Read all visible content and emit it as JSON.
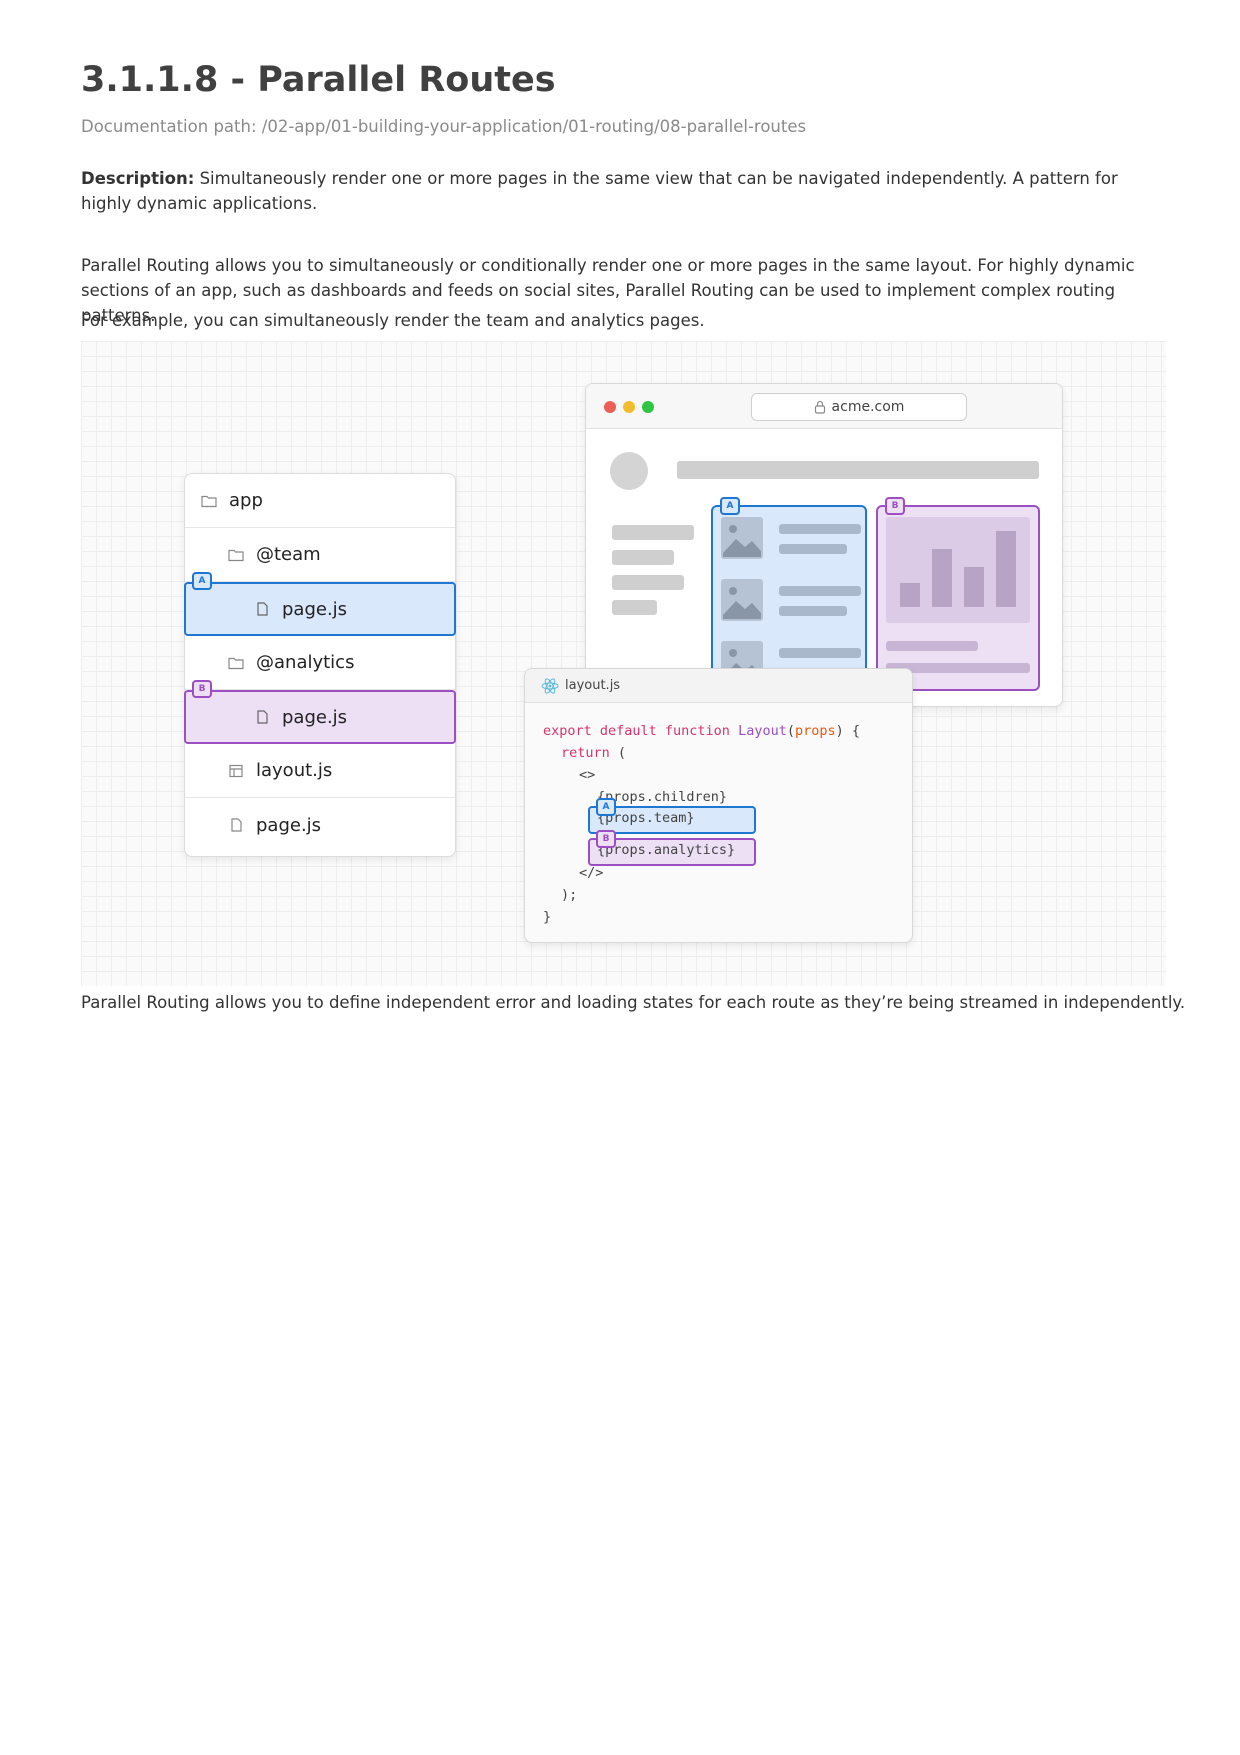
{
  "heading": "3.1.1.8 - Parallel Routes",
  "doc_path": "Documentation path: /02-app/01-building-your-application/01-routing/08-parallel-routes",
  "description": {
    "label": "Description:",
    "text": " Simultaneously render one or more pages in the same view that can be navigated independently. A pattern for highly dynamic applications."
  },
  "paragraphs": {
    "p1": "Parallel Routing allows you to simultaneously or conditionally render one or more pages in the same layout. For highly dynamic sections of an app, such as dashboards and feeds on social sites, Parallel Routing can be used to implement complex routing patterns.",
    "p2": "For example, you can simultaneously render the team and analytics pages.",
    "p3": "Parallel Routing allows you to define independent error and loading states for each route as they’re being streamed in independently."
  },
  "diagram": {
    "tree": {
      "app": "app",
      "team": "@team",
      "team_page": "page.js",
      "analytics": "@analytics",
      "analytics_page": "page.js",
      "layout": "layout.js",
      "page": "page.js"
    },
    "badges": {
      "a": "A",
      "b": "B"
    },
    "browser": {
      "url": "acme.com"
    },
    "editor": {
      "filename": "layout.js",
      "line1_kw": "export default function",
      "line1_fn": "Layout",
      "line1_open": "(",
      "line1_param": "props",
      "line1_close": ") {",
      "line2_kw": "return",
      "line2_rest": " (",
      "line3": "<>",
      "line4": "{props.children}",
      "line5": "{props.team}",
      "line6": "{props.analytics}",
      "line7": "</>",
      "line8": ");",
      "line9": "}"
    },
    "colors": {
      "a_border": "#1e77d3",
      "a_fill": "#d9e8fb",
      "b_border": "#9b4fc3",
      "b_fill": "#ede0f5"
    }
  }
}
